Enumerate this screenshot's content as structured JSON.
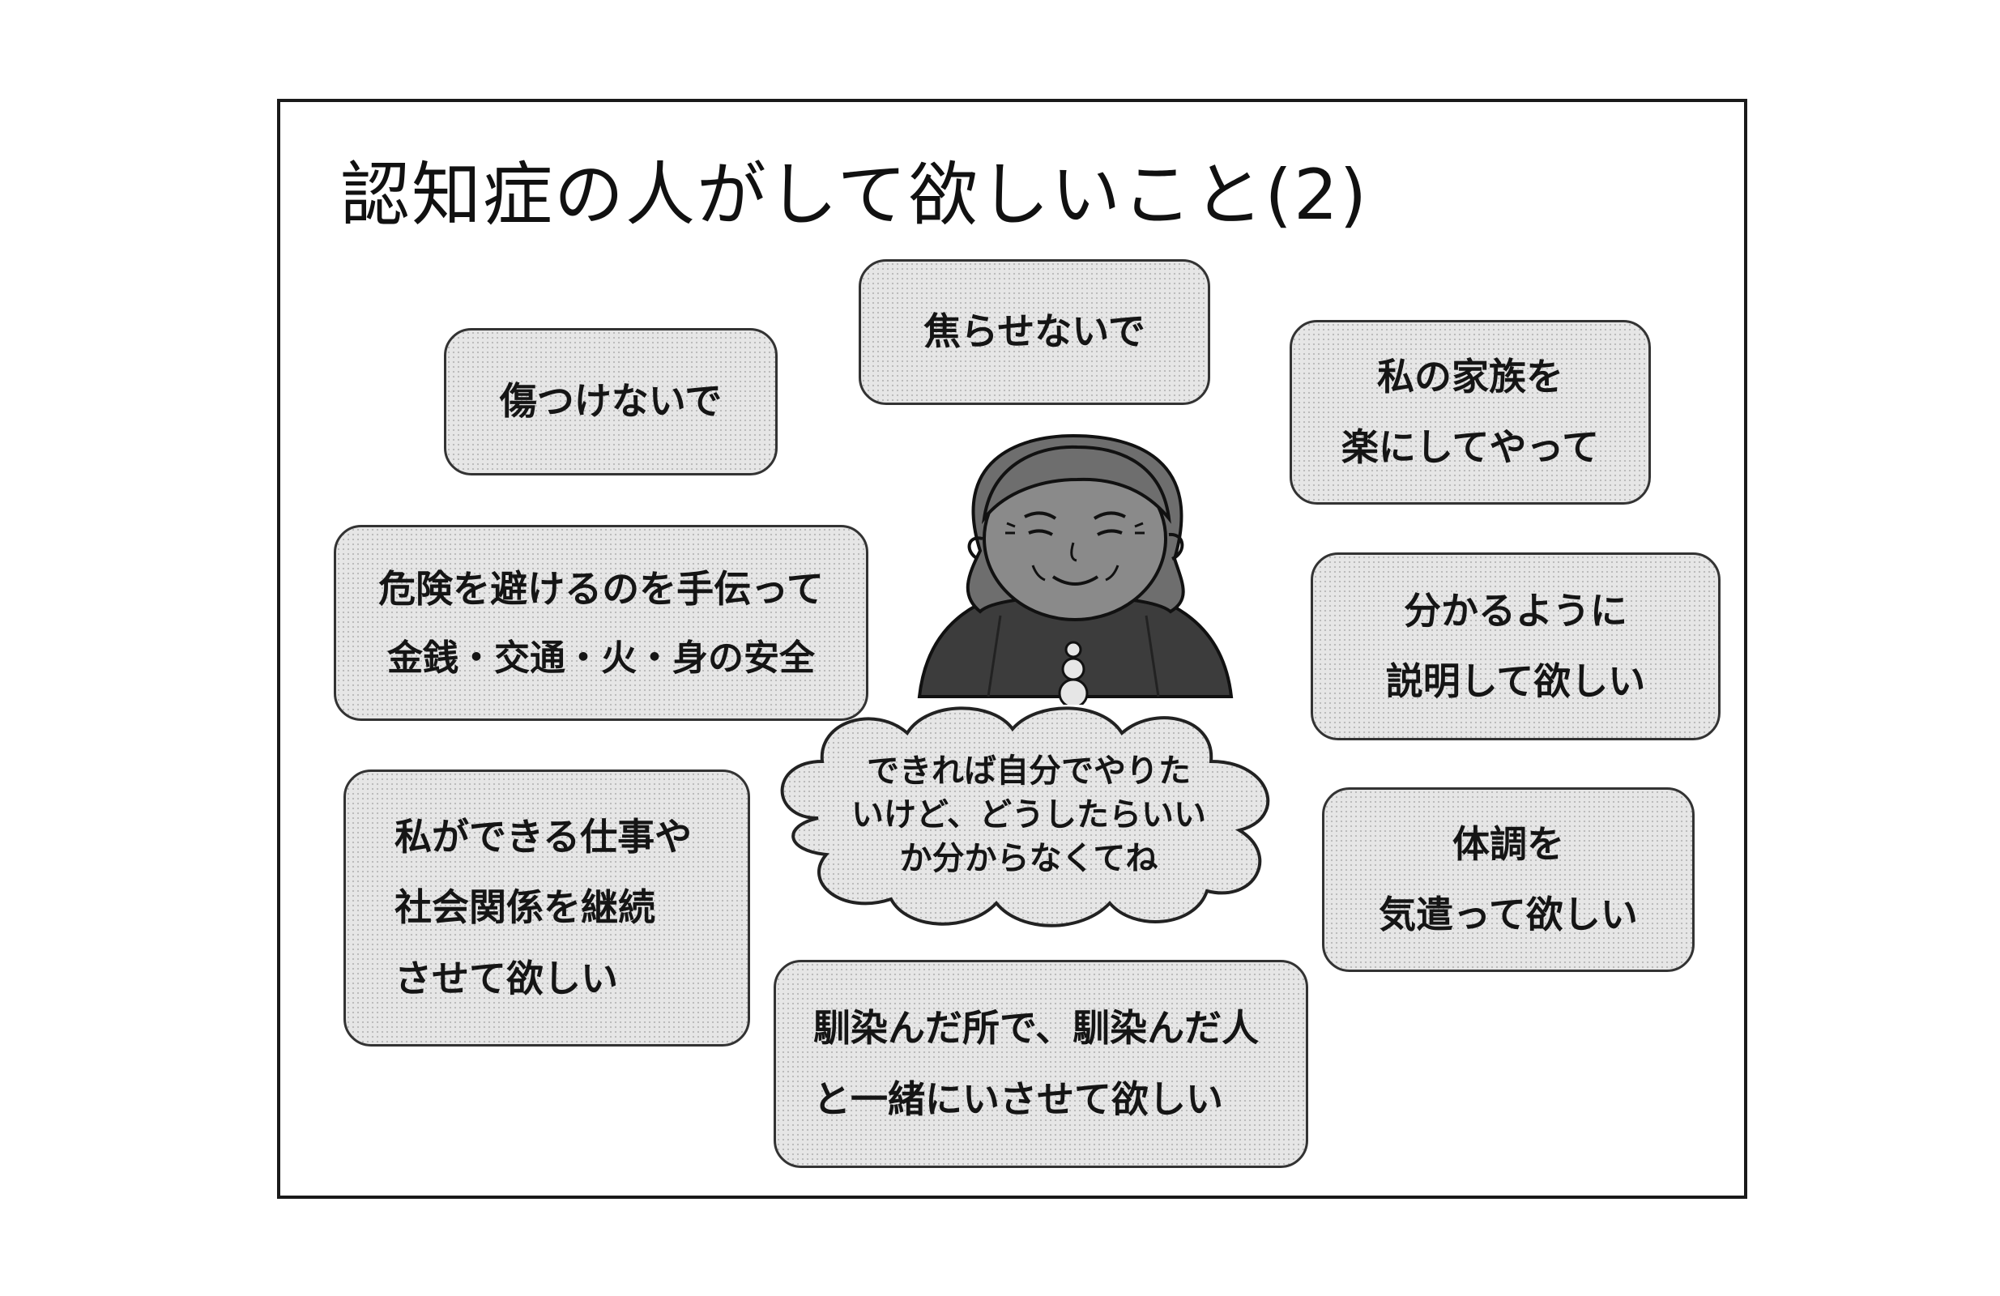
{
  "title": "認知症の人がして欲しいこと(2)",
  "boxes": {
    "no_hurry": [
      "焦らせないで"
    ],
    "no_hurt": [
      "傷つけないで"
    ],
    "family": [
      "私の家族を",
      "楽にしてやって"
    ],
    "danger": [
      "危険を避けるのを手伝って",
      "金銭・交通・火・身の安全"
    ],
    "explain": [
      "分かるように",
      "説明して欲しい"
    ],
    "work": [
      "私ができる仕事や",
      "社会関係を継続",
      "させて欲しい"
    ],
    "health": [
      "体調を",
      "気遣って欲しい"
    ],
    "familiar": [
      "馴染んだ所で、馴染んだ人",
      "と一緒にいさせて欲しい"
    ]
  },
  "thought_bubble": [
    "できれば自分でやりた",
    "いけど、どうしたらいい",
    "か分からなくてね"
  ],
  "colors": {
    "box_fill": "#e6e6e6",
    "border": "#333333",
    "figure_gray": "#8a8a8a",
    "hair_gray": "#6e6e6e",
    "body_dark": "#3c3c3c"
  },
  "icons": {
    "person": "elderly-person-icon",
    "thought": "thought-cloud-icon"
  }
}
